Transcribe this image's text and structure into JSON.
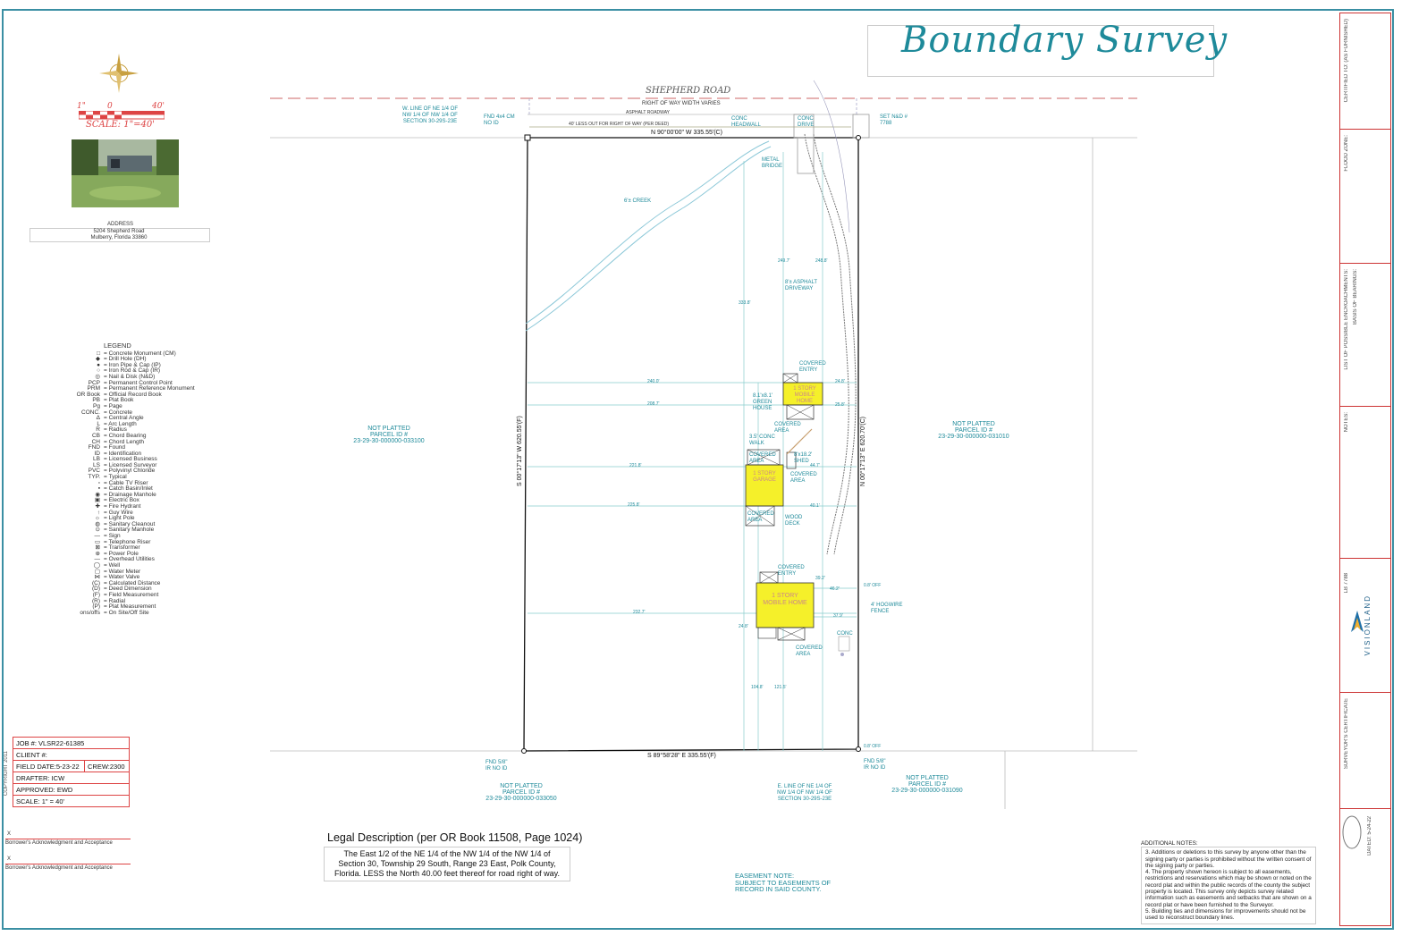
{
  "title": "Boundary Survey",
  "colors": {
    "accent": "#1e8a9a",
    "structure": "#f5f02a",
    "red": "#d44444",
    "border": "#3a8fa3"
  },
  "address": {
    "label": "ADDRESS",
    "line1": "5204 Shepherd Road",
    "line2": "Mulberry, Florida 33860"
  },
  "scale": {
    "zero": "0",
    "forty": "40'",
    "one": "1\"",
    "label": "SCALE: 1\"=40'"
  },
  "road": {
    "name": "SHEPHERD ROAD",
    "row_note": "RIGHT OF WAY WIDTH VARIES",
    "asphalt": "ASPHALT ROADWAY",
    "row_line": "40' LESS OUT FOR RIGHT OF WAY (PER DEED)",
    "headwall": "CONC HEADWALL",
    "conc_drive": "CONC DRIVE"
  },
  "bearings": {
    "north": "N 90°00'00\" W   335.55'(C)",
    "south": "S 89°58'28\" E   335.55'(F)",
    "west": "S 00°17'13\" W   620.55'(F)",
    "east": "N 00°17'13\" E   620.70'(C)"
  },
  "monuments": {
    "fnd_nw": "FND 4x4 CM NO ID",
    "set_ne": "SET N&D # 7788",
    "fnd_sw": "FND 5/8\" IR NO ID",
    "fnd_se": "FND 5/8\" IR NO ID"
  },
  "section_lines": {
    "north": "W. LINE OF NE 1/4 OF NW 1/4 OF NW 1/4 OF SECTION 30-29S-23E",
    "south": "E. LINE OF NE 1/4 OF NW 1/4 OF NW 1/4 OF SECTION 30-29S-23E"
  },
  "parcels": {
    "west": {
      "l1": "NOT PLATTED",
      "l2": "PARCEL ID #",
      "l3": "23-29-30-000000-033100"
    },
    "east": {
      "l1": "NOT PLATTED",
      "l2": "PARCEL ID #",
      "l3": "23-29-30-000000-031010"
    },
    "south_w": {
      "l1": "NOT PLATTED",
      "l2": "PARCEL ID #",
      "l3": "23-29-30-000000-033050"
    },
    "south_e": {
      "l1": "NOT PLATTED",
      "l2": "PARCEL ID #",
      "l3": "23-29-30-000000-031090"
    }
  },
  "features": {
    "creek": "6'± CREEK",
    "bridge": "METAL BRIDGE",
    "driveway": "8'± ASPHALT DRIVEWAY",
    "home1": "1 STORY MOBILE HOME",
    "garage": "1 STORY GARAGE",
    "home2": "1 STORY MOBILE HOME",
    "green_house": "8.1'x8.1' GREEN HOUSE",
    "walk": "3.5' CONC WALK",
    "shed": "8'x18.2' SHED",
    "wood_deck": "WOOD DECK",
    "fence": "4' HOGWIRE FENCE",
    "covered_entry1": "COVERED ENTRY",
    "covered_area1": "COVERED AREA",
    "covered_area2": "COVERED AREA",
    "covered_area3": "COVERED AREA",
    "covered_area4": "COVERED AREA",
    "covered_entry2": "COVERED ENTRY",
    "covered_area5": "COVERED AREA",
    "conc": "CONC"
  },
  "dims": {
    "d1": "249.7'",
    "d2": "248.8'",
    "d3": "333.8'",
    "d4": "240.0'",
    "d5": "208.7'",
    "d6": "221.8'",
    "d7": "225.8'",
    "d8": "232.7'",
    "d9": "24.8'",
    "d10": "25.8'",
    "d11": "44.7'",
    "d12": "40.1'",
    "d13": "104.8'",
    "d14": "121.5'",
    "d15": "0.8' OFF",
    "d16": "0.8' OFF",
    "d17": "46.2'",
    "d18": "37.9'",
    "d19": "24.8'",
    "d20": "39.2'"
  },
  "legend": {
    "heading": "LEGEND",
    "items": [
      [
        "□",
        "Concrete Monument (CM)"
      ],
      [
        "◆",
        "Drill Hole (DH)"
      ],
      [
        "●",
        "Iron Pipe & Cap (IP)"
      ],
      [
        "○",
        "Iron Rod & Cap (IR)"
      ],
      [
        "◎",
        "Nail & Disk (N&D)"
      ],
      [
        "PCP",
        "Permanent Control Point"
      ],
      [
        "PRM",
        "Permanent Reference Monument"
      ],
      [
        "OR Book",
        "Official Record Book"
      ],
      [
        "PB",
        "Plat Book"
      ],
      [
        "Pg",
        "Page"
      ],
      [
        "CONC.",
        "Concrete"
      ],
      [
        "Δ",
        "Central Angle"
      ],
      [
        "L",
        "Arc Length"
      ],
      [
        "R",
        "Radius"
      ],
      [
        "CB",
        "Chord Bearing"
      ],
      [
        "CH",
        "Chord Length"
      ],
      [
        "FND",
        "Found"
      ],
      [
        "ID",
        "Identification"
      ],
      [
        "LB",
        "Licensed Business"
      ],
      [
        "LS",
        "Licensed Surveyor"
      ],
      [
        "PVC",
        "Polyvinyl Chloride"
      ],
      [
        "TYP.",
        "Typical"
      ],
      [
        "▫",
        "Cable TV Riser"
      ],
      [
        "▪",
        "Catch Basin/Inlet"
      ],
      [
        "◉",
        "Drainage Manhole"
      ],
      [
        "▣",
        "Electric Box"
      ],
      [
        "✚",
        "Fire Hydrant"
      ],
      [
        "↑",
        "Guy Wire"
      ],
      [
        "☼",
        "Light Pole"
      ],
      [
        "◍",
        "Sanitary Cleanout"
      ],
      [
        "⊙",
        "Sanitary Manhole"
      ],
      [
        "—",
        "Sign"
      ],
      [
        "▭",
        "Telephone Riser"
      ],
      [
        "⊠",
        "Transformer"
      ],
      [
        "⊕",
        "Power Pole"
      ],
      [
        "—",
        "Overhead Utilities"
      ],
      [
        "◯",
        "Well"
      ],
      [
        "▢",
        "Water Meter"
      ],
      [
        "⋈",
        "Water Valve"
      ],
      [
        "(C)",
        "Calculated Distance"
      ],
      [
        "(D)",
        "Deed Dimension"
      ],
      [
        "(F)",
        "Field Measurement"
      ],
      [
        "(R)",
        "Radial"
      ],
      [
        "(P)",
        "Plat Measurement"
      ],
      [
        "ons/offs",
        "On Site/Off Site"
      ]
    ]
  },
  "job": {
    "job": "JOB #:  VLSR22-61385",
    "client": "CLIENT #:",
    "field_date": "FIELD DATE:5-23-22",
    "crew": "CREW:2300",
    "drafter": "DRAFTER:  ICW",
    "approved": "APPROVED: EWD",
    "scale": "SCALE:  1\" = 40'",
    "copyright": "COPYRIGHT 2011"
  },
  "ack": {
    "x": "X",
    "label": "Borrower's Acknowledgment and Acceptance"
  },
  "legal": {
    "title": "Legal Description (per OR Book 11508, Page 1024)",
    "l1": "The East 1/2 of the NE 1/4 of the NW 1/4 of the NW 1/4 of",
    "l2": "Section 30, Township 29 South, Range 23 East, Polk County,",
    "l3": "Florida. LESS the North 40.00 feet thereof for road right of way."
  },
  "easement": {
    "l1": "EASEMENT NOTE:",
    "l2": "SUBJECT TO EASEMENTS OF",
    "l3": "RECORD IN SAID COUNTY."
  },
  "notes": {
    "heading": "ADDITIONAL NOTES:",
    "n3": "3. Additions or deletions to this survey by anyone other than the signing party or parties is prohibited without the written consent of the signing party or parties.",
    "n4": "4. The property shown hereon is subject to all easements, restrictions and reservations which may be shown or noted on the record plat and within the public records of the county the subject property is located. This survey only depicts survey related information such as easements and setbacks that are shown on a record plat or have been furnished to the Surveyor.",
    "n5": "5. Building ties and dimensions for improvements should not be used to reconstruct boundary lines."
  },
  "sidebar": {
    "certified": "CERTIFIED TO: (AS FURNISHED)",
    "flood": "FLOOD ZONE:",
    "encroach": "LIST OF POSSIBLE ENCROACHMENTS:",
    "basis": "BASIS OF BEARINGS:",
    "notes": "NOTES:",
    "lb": "LB 7788",
    "company": "VISIONLAND",
    "certificate": "SURVEYOR'S CERTIFICATE",
    "date": "DATED: 5-24-22"
  }
}
